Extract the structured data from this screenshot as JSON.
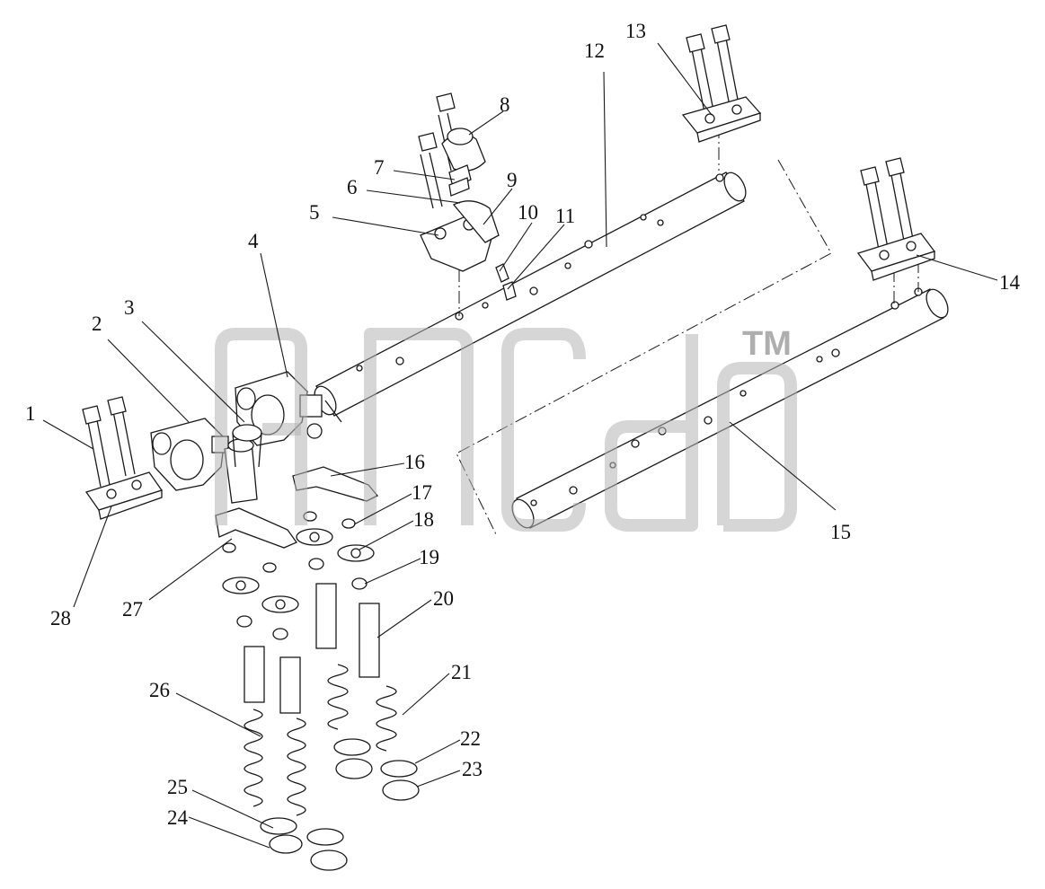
{
  "diagram": {
    "type": "exploded-parts-diagram",
    "watermark_mark": "TM",
    "callouts": [
      "1",
      "2",
      "3",
      "4",
      "5",
      "6",
      "7",
      "8",
      "9",
      "10",
      "11",
      "12",
      "13",
      "14",
      "15",
      "16",
      "17",
      "18",
      "19",
      "20",
      "21",
      "22",
      "23",
      "24",
      "25",
      "26",
      "27",
      "28"
    ]
  }
}
